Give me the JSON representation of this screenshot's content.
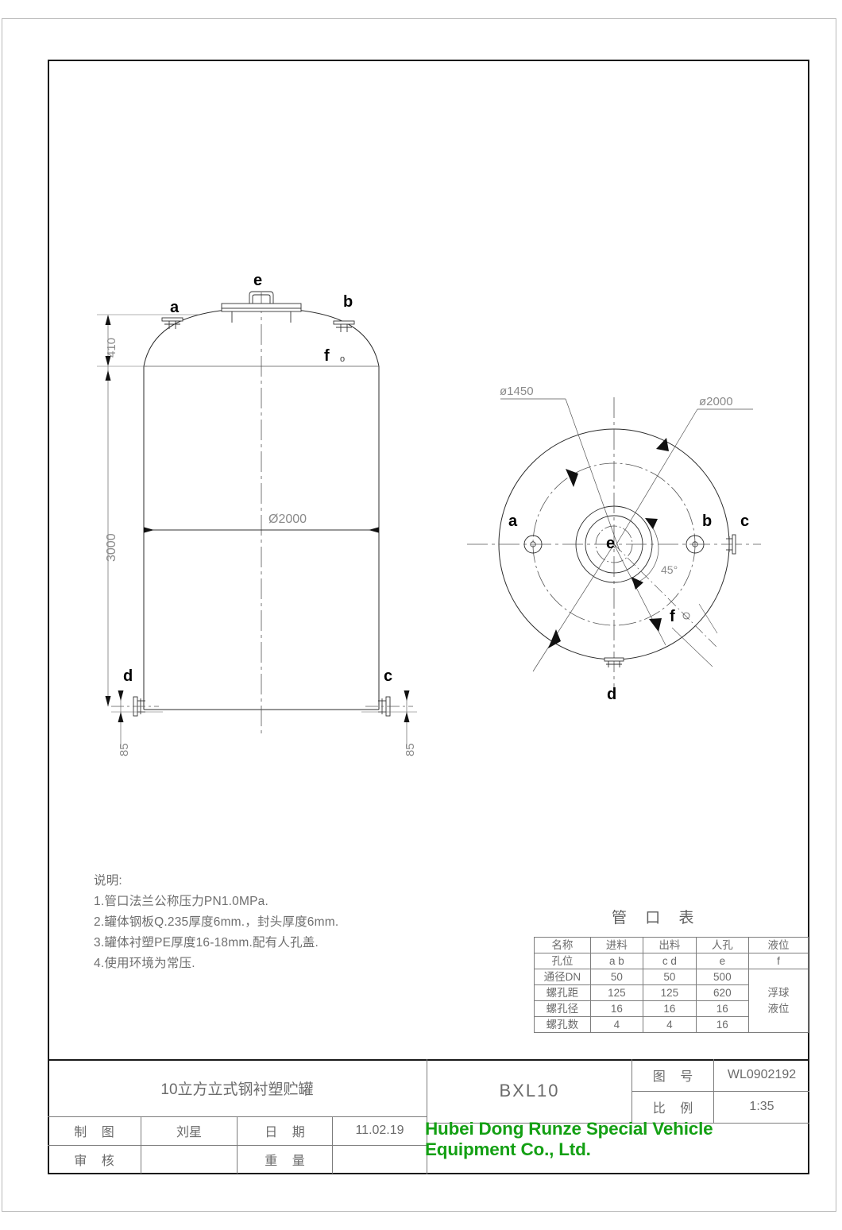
{
  "drawing": {
    "notes": {
      "heading": "说明:",
      "items": [
        "1.管口法兰公称压力PN1.0MPa.",
        "2.罐体钢板Q.235厚度6mm.，封头厚度6mm.",
        "3.罐体衬塑PE厚度16-18mm.配有人孔盖.",
        "4.使用环境为常压."
      ]
    },
    "elevation": {
      "dim_head_height": "410",
      "dim_shell_height": "3000",
      "dim_diameter": "Ø2000",
      "dim_bottom_left": "85",
      "dim_bottom_right": "85",
      "labels": {
        "a": "a",
        "b": "b",
        "c": "c",
        "d": "d",
        "e": "e",
        "f": "f",
        "f_sub": "o"
      }
    },
    "plan": {
      "dim_bolt_circle": "ø1450",
      "dim_outer": "ø2000",
      "dim_angle": "45°",
      "labels": {
        "a": "a",
        "b": "b",
        "c": "c",
        "d": "d",
        "e": "e",
        "f": "f",
        "f_sub": "o"
      }
    },
    "nozzle_table": {
      "title": "管 口 表",
      "rows": [
        {
          "label": "名称",
          "inlet": "进料",
          "outlet": "出料",
          "manhole": "人孔",
          "level": "液位"
        },
        {
          "label": "孔位",
          "inlet": "a  b",
          "outlet": "c  d",
          "manhole": "e",
          "level": "f"
        },
        {
          "label": "通径DN",
          "inlet": "50",
          "outlet": "50",
          "manhole": "500",
          "level": ""
        },
        {
          "label": "螺孔距",
          "inlet": "125",
          "outlet": "125",
          "manhole": "620",
          "level": ""
        },
        {
          "label": "螺孔径",
          "inlet": "16",
          "outlet": "16",
          "manhole": "16",
          "level": ""
        },
        {
          "label": "螺孔数",
          "inlet": "4",
          "outlet": "4",
          "manhole": "16",
          "level": ""
        }
      ],
      "level_merged": "浮球 液位",
      "level_merged_line1": "浮球",
      "level_merged_line2": "液位"
    },
    "title_block": {
      "product_name": "10立方立式钢衬塑贮罐",
      "model": "BXL10",
      "drawing_no_label": "图 号",
      "drawing_no_value": "WL0902192",
      "scale_label": "比 例",
      "scale_value": "1:35",
      "drawn_label": "制 图",
      "drawn_value": "刘星",
      "date_label": "日 期",
      "date_value": "11.02.19",
      "checked_label": "审 核",
      "checked_value": "",
      "weight_label": "重 量",
      "weight_value": "",
      "company": "Hubei Dong Runze Special Vehicle Equipment Co., Ltd.",
      "company_color": "#14a014"
    }
  }
}
